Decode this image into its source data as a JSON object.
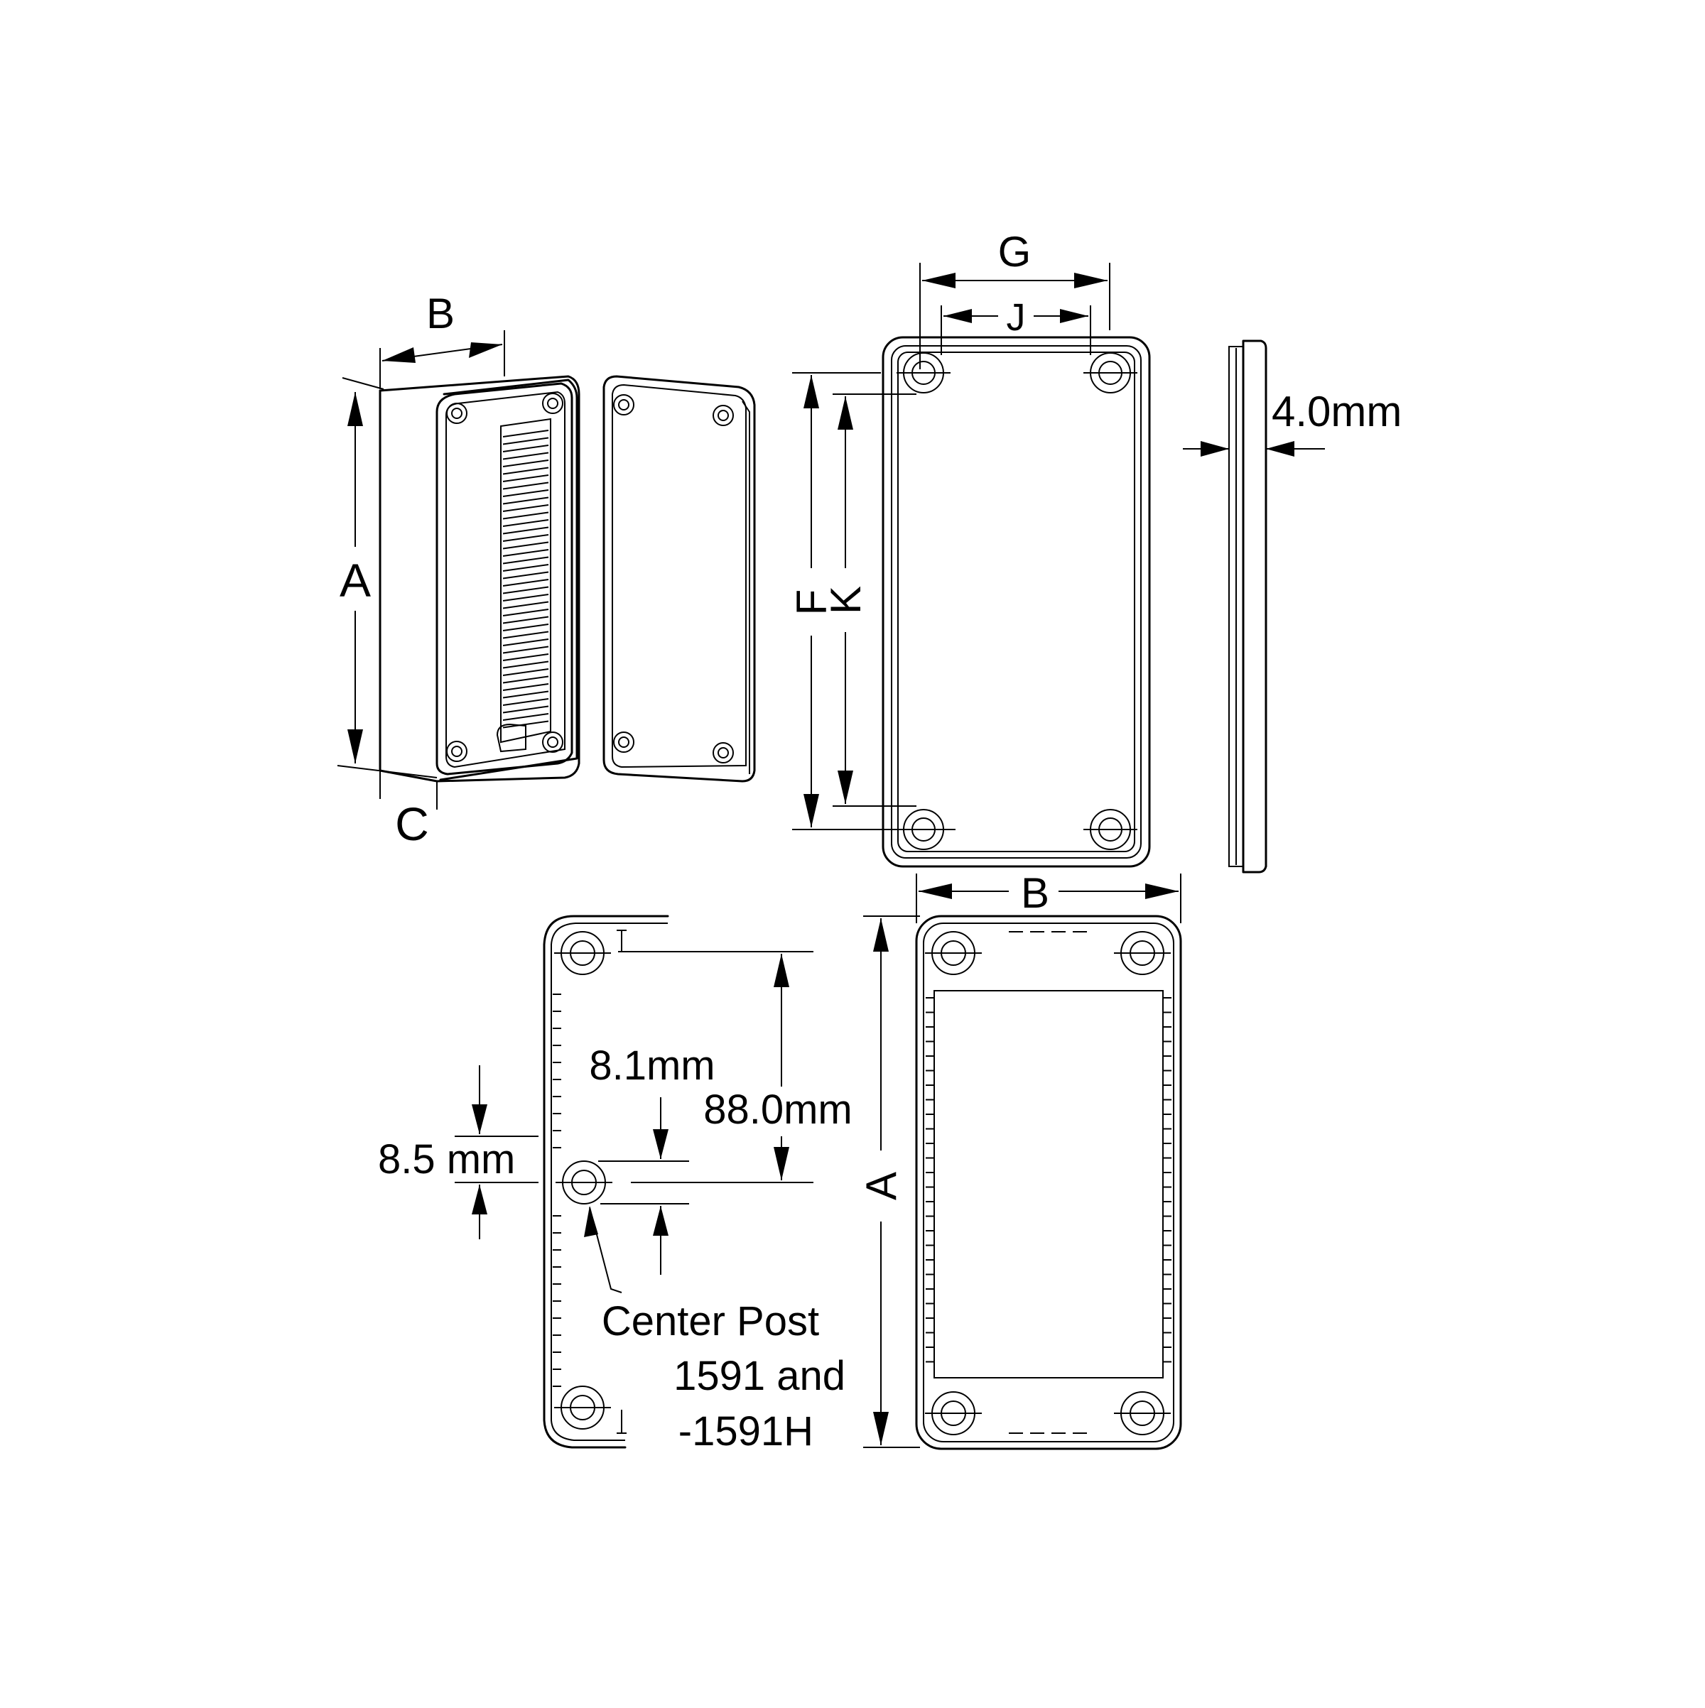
{
  "labels": {
    "a_left": "A",
    "b_top": "B",
    "c_depth": "C",
    "g_width": "G",
    "j_width": "J",
    "f_height": "F",
    "k_height": "K",
    "lid_thickness": "4.0mm",
    "b_bottom": "B",
    "a_bottom": "A",
    "post_offset": "8.1mm",
    "post_distance": "88.0mm",
    "post_width": "8.5 mm",
    "center_post": "Center Post",
    "center_post_models_1": "1591 and",
    "center_post_models_2": "-1591H"
  }
}
